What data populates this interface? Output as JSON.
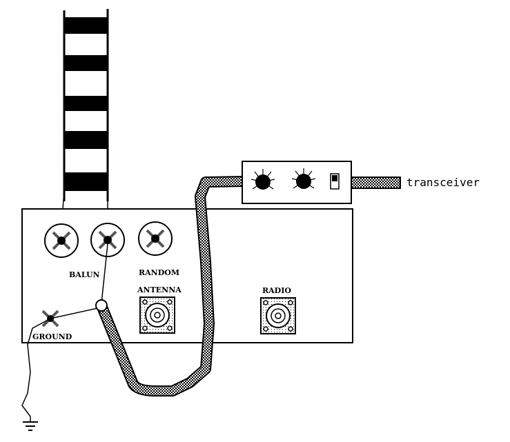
{
  "labels": {
    "balun": "BALUN",
    "random": "RANDOM",
    "antenna": "ANTENNA",
    "radio": "RADIO",
    "ground": "GROUND",
    "transceiver": "transceiver"
  },
  "colors": {
    "ink": "#000000",
    "paper": "#ffffff",
    "coax": "#808080"
  },
  "icons": {
    "knob": "knob-icon",
    "connector": "so239-connector-icon",
    "binding_post": "binding-post-icon",
    "ground": "ground-symbol-icon",
    "switch": "toggle-switch-icon"
  }
}
